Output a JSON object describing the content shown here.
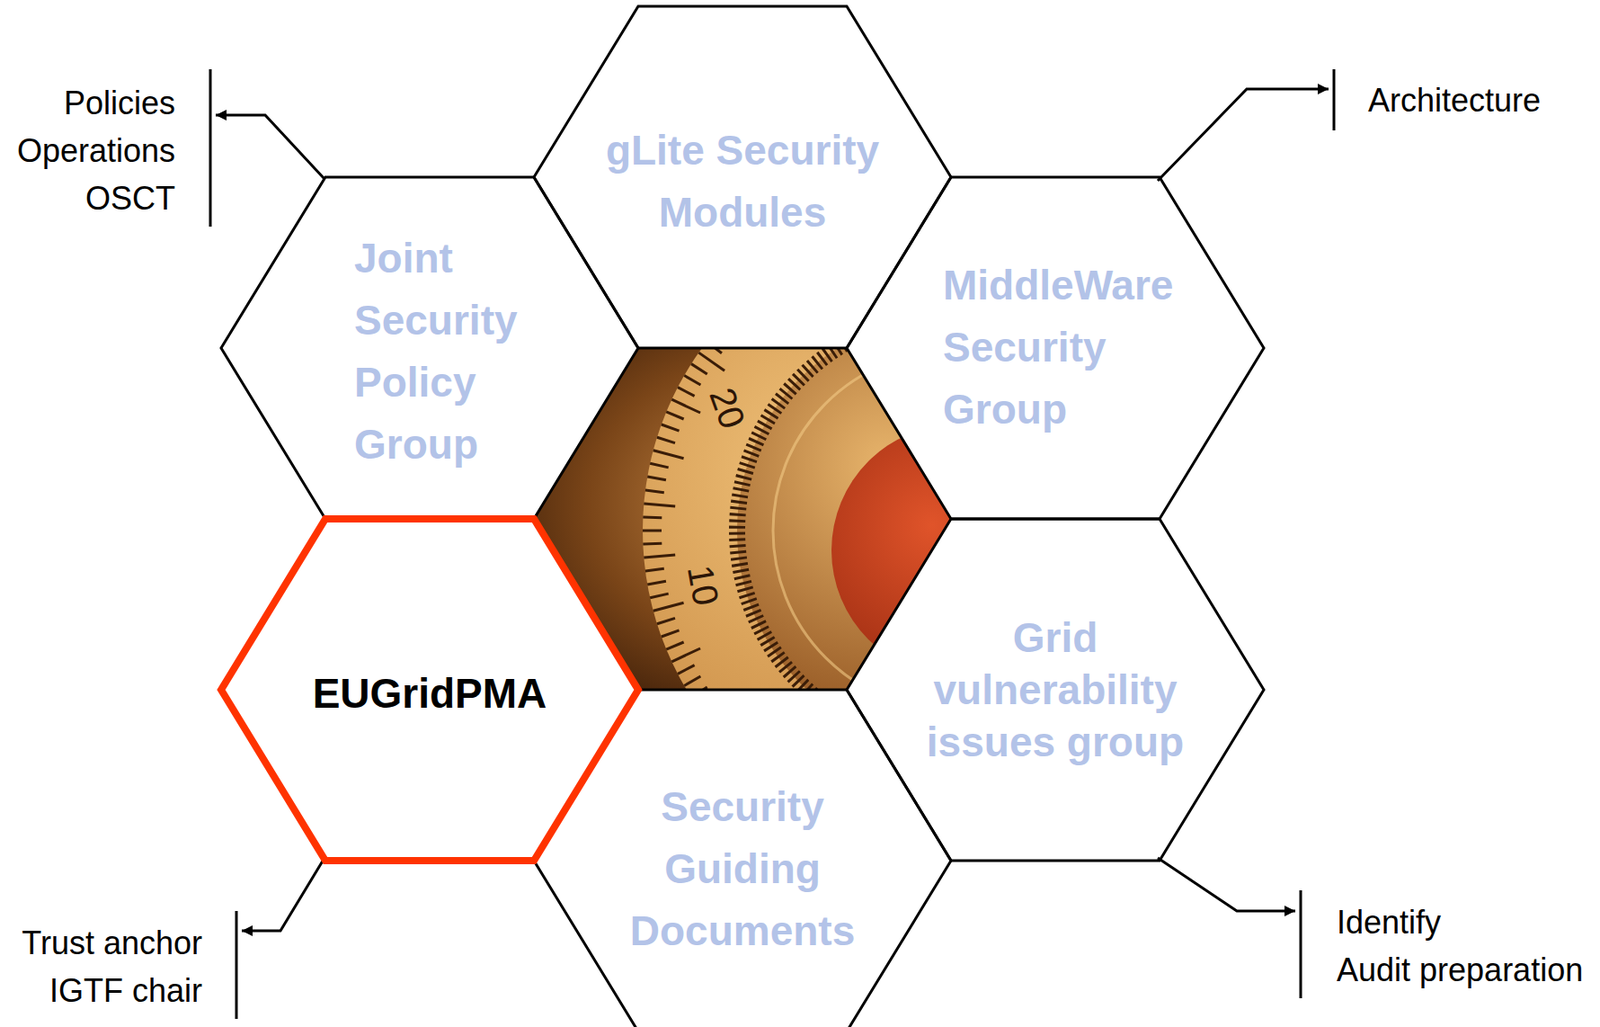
{
  "diagram": {
    "nodes": [
      {
        "text": [
          "gLite Security Modules"
        ]
      },
      {
        "text": [
          "Joint Security Policy Group"
        ]
      },
      {
        "text": [
          "MiddleWare Security Group"
        ]
      },
      {
        "text": [
          "EUGridPMA"
        ]
      },
      {
        "text": [
          "Grid vulnerability issues group"
        ]
      },
      {
        "text": [
          "Security Guiding Documents"
        ]
      }
    ],
    "labels": [
      "Policies",
      "Operations",
      "OSCT",
      "Architecture",
      "20",
      "10",
      "Trust anchor",
      "IGTF chair",
      "Identify",
      "Audit preparation"
    ]
  }
}
